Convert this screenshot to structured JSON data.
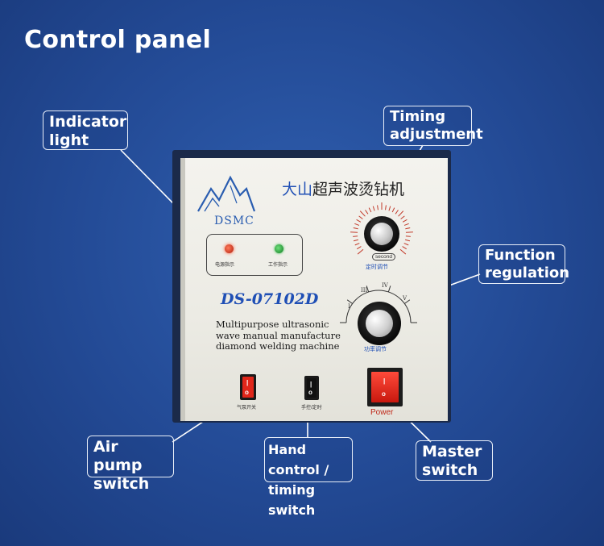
{
  "page": {
    "title": "Control panel"
  },
  "callouts": {
    "indicator_line1": "Indicator",
    "indicator_line2": "light",
    "timing_line1": "Timing",
    "timing_line2": "adjustment",
    "function_line1": "Function",
    "function_line2": "regulation",
    "airpump_line1": "Air pump",
    "airpump_line2": "switch",
    "handcontrol_line1": "Hand control /",
    "handcontrol_line2": "timing switch",
    "master_line1": "Master",
    "master_line2": "switch"
  },
  "device": {
    "brand": "DSMC",
    "title_blue": "大山",
    "title_rest": "超声波烫钻机",
    "model": "DS-07102D",
    "desc_line1": "Multipurpose ultrasonic",
    "desc_line2": "wave manual manufacture",
    "desc_line3": "diamond welding machine",
    "led_power_label": "电源指示",
    "led_work_label": "工作指示",
    "timer_unit": "second",
    "timer_label": "定时调节",
    "power_dial_label": "功率调节",
    "airpump_label": "气泵开关",
    "handcontrol_label": "手控/定时",
    "power_label": "Power"
  },
  "colors": {
    "background": "#234a95",
    "accent_blue": "#1f4fb5",
    "power_red": "#d8281c"
  }
}
